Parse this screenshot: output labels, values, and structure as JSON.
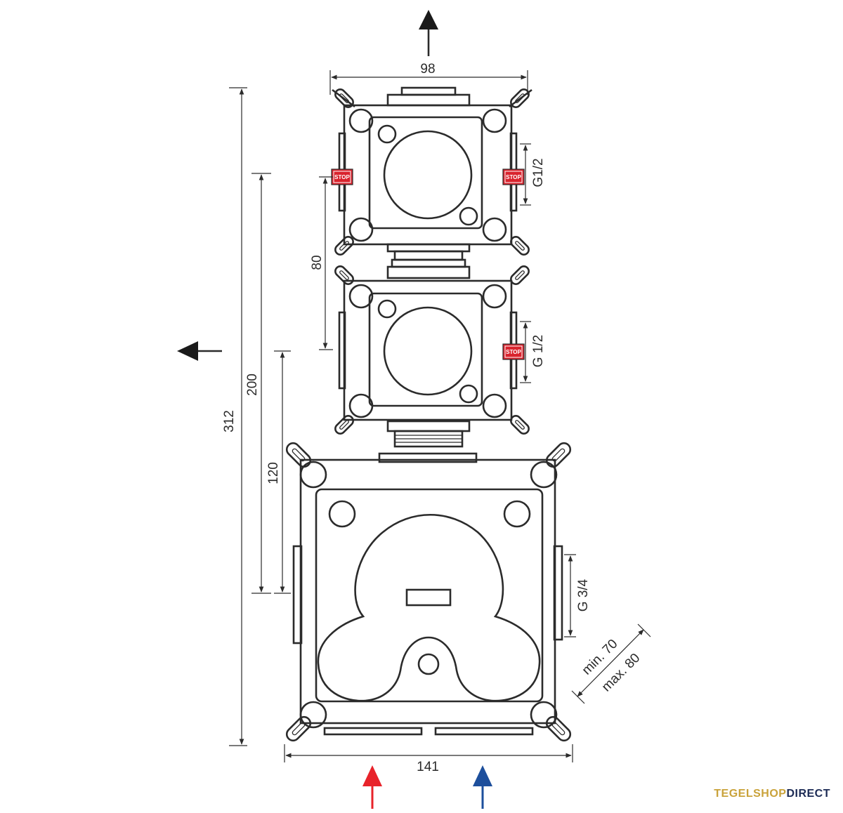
{
  "dimensions": {
    "top_width": "98",
    "bottom_width": "141",
    "total_height": "312",
    "height_200": "200",
    "height_120": "120",
    "spacing_80": "80",
    "depth_min": "min. 70",
    "depth_max": "max. 80"
  },
  "threads": {
    "upper_module": "G1/2",
    "middle_module": "G 1/2",
    "lower_module": "G 3/4"
  },
  "stop_label": "STOP",
  "inlet_colors": {
    "hot": "#e8232a",
    "cold": "#1d4f9c"
  },
  "brand": {
    "part1": "TEGELSHOP",
    "part2": "DIRECT",
    "color1": "#c9a23a",
    "color2": "#1c2b55"
  }
}
